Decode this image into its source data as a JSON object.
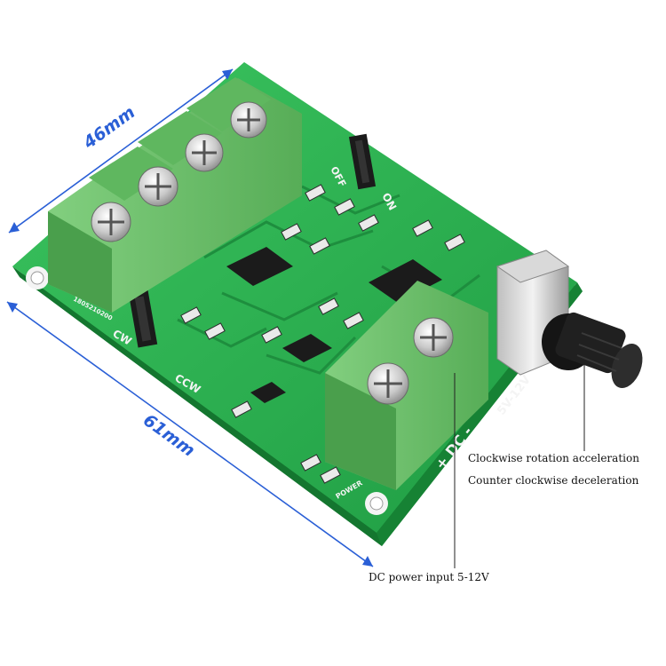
{
  "dimensions": {
    "width_label": "46mm",
    "length_label": "61mm"
  },
  "annotations": {
    "clockwise": "Clockwise rotation acceleration",
    "counter": "Counter clockwise deceleration",
    "dc_input": "DC power input 5-12V"
  },
  "silkscreen": {
    "off": "OFF",
    "on": "ON",
    "cw": "CW",
    "ccw": "CCW",
    "voltage": "5V-12V",
    "dc": "+ DC -",
    "power": "POWER",
    "serial": "1805210200"
  },
  "colors": {
    "pcb": "#27b14f",
    "terminal": "#6fc26e",
    "dimension_line": "#2a5fd6",
    "annotation_line": "#222222",
    "chip": "#1b1b1b"
  },
  "icons": [
    "screw-icon",
    "potentiometer-knob-icon",
    "jumper-icon",
    "mounting-hole-icon"
  ]
}
